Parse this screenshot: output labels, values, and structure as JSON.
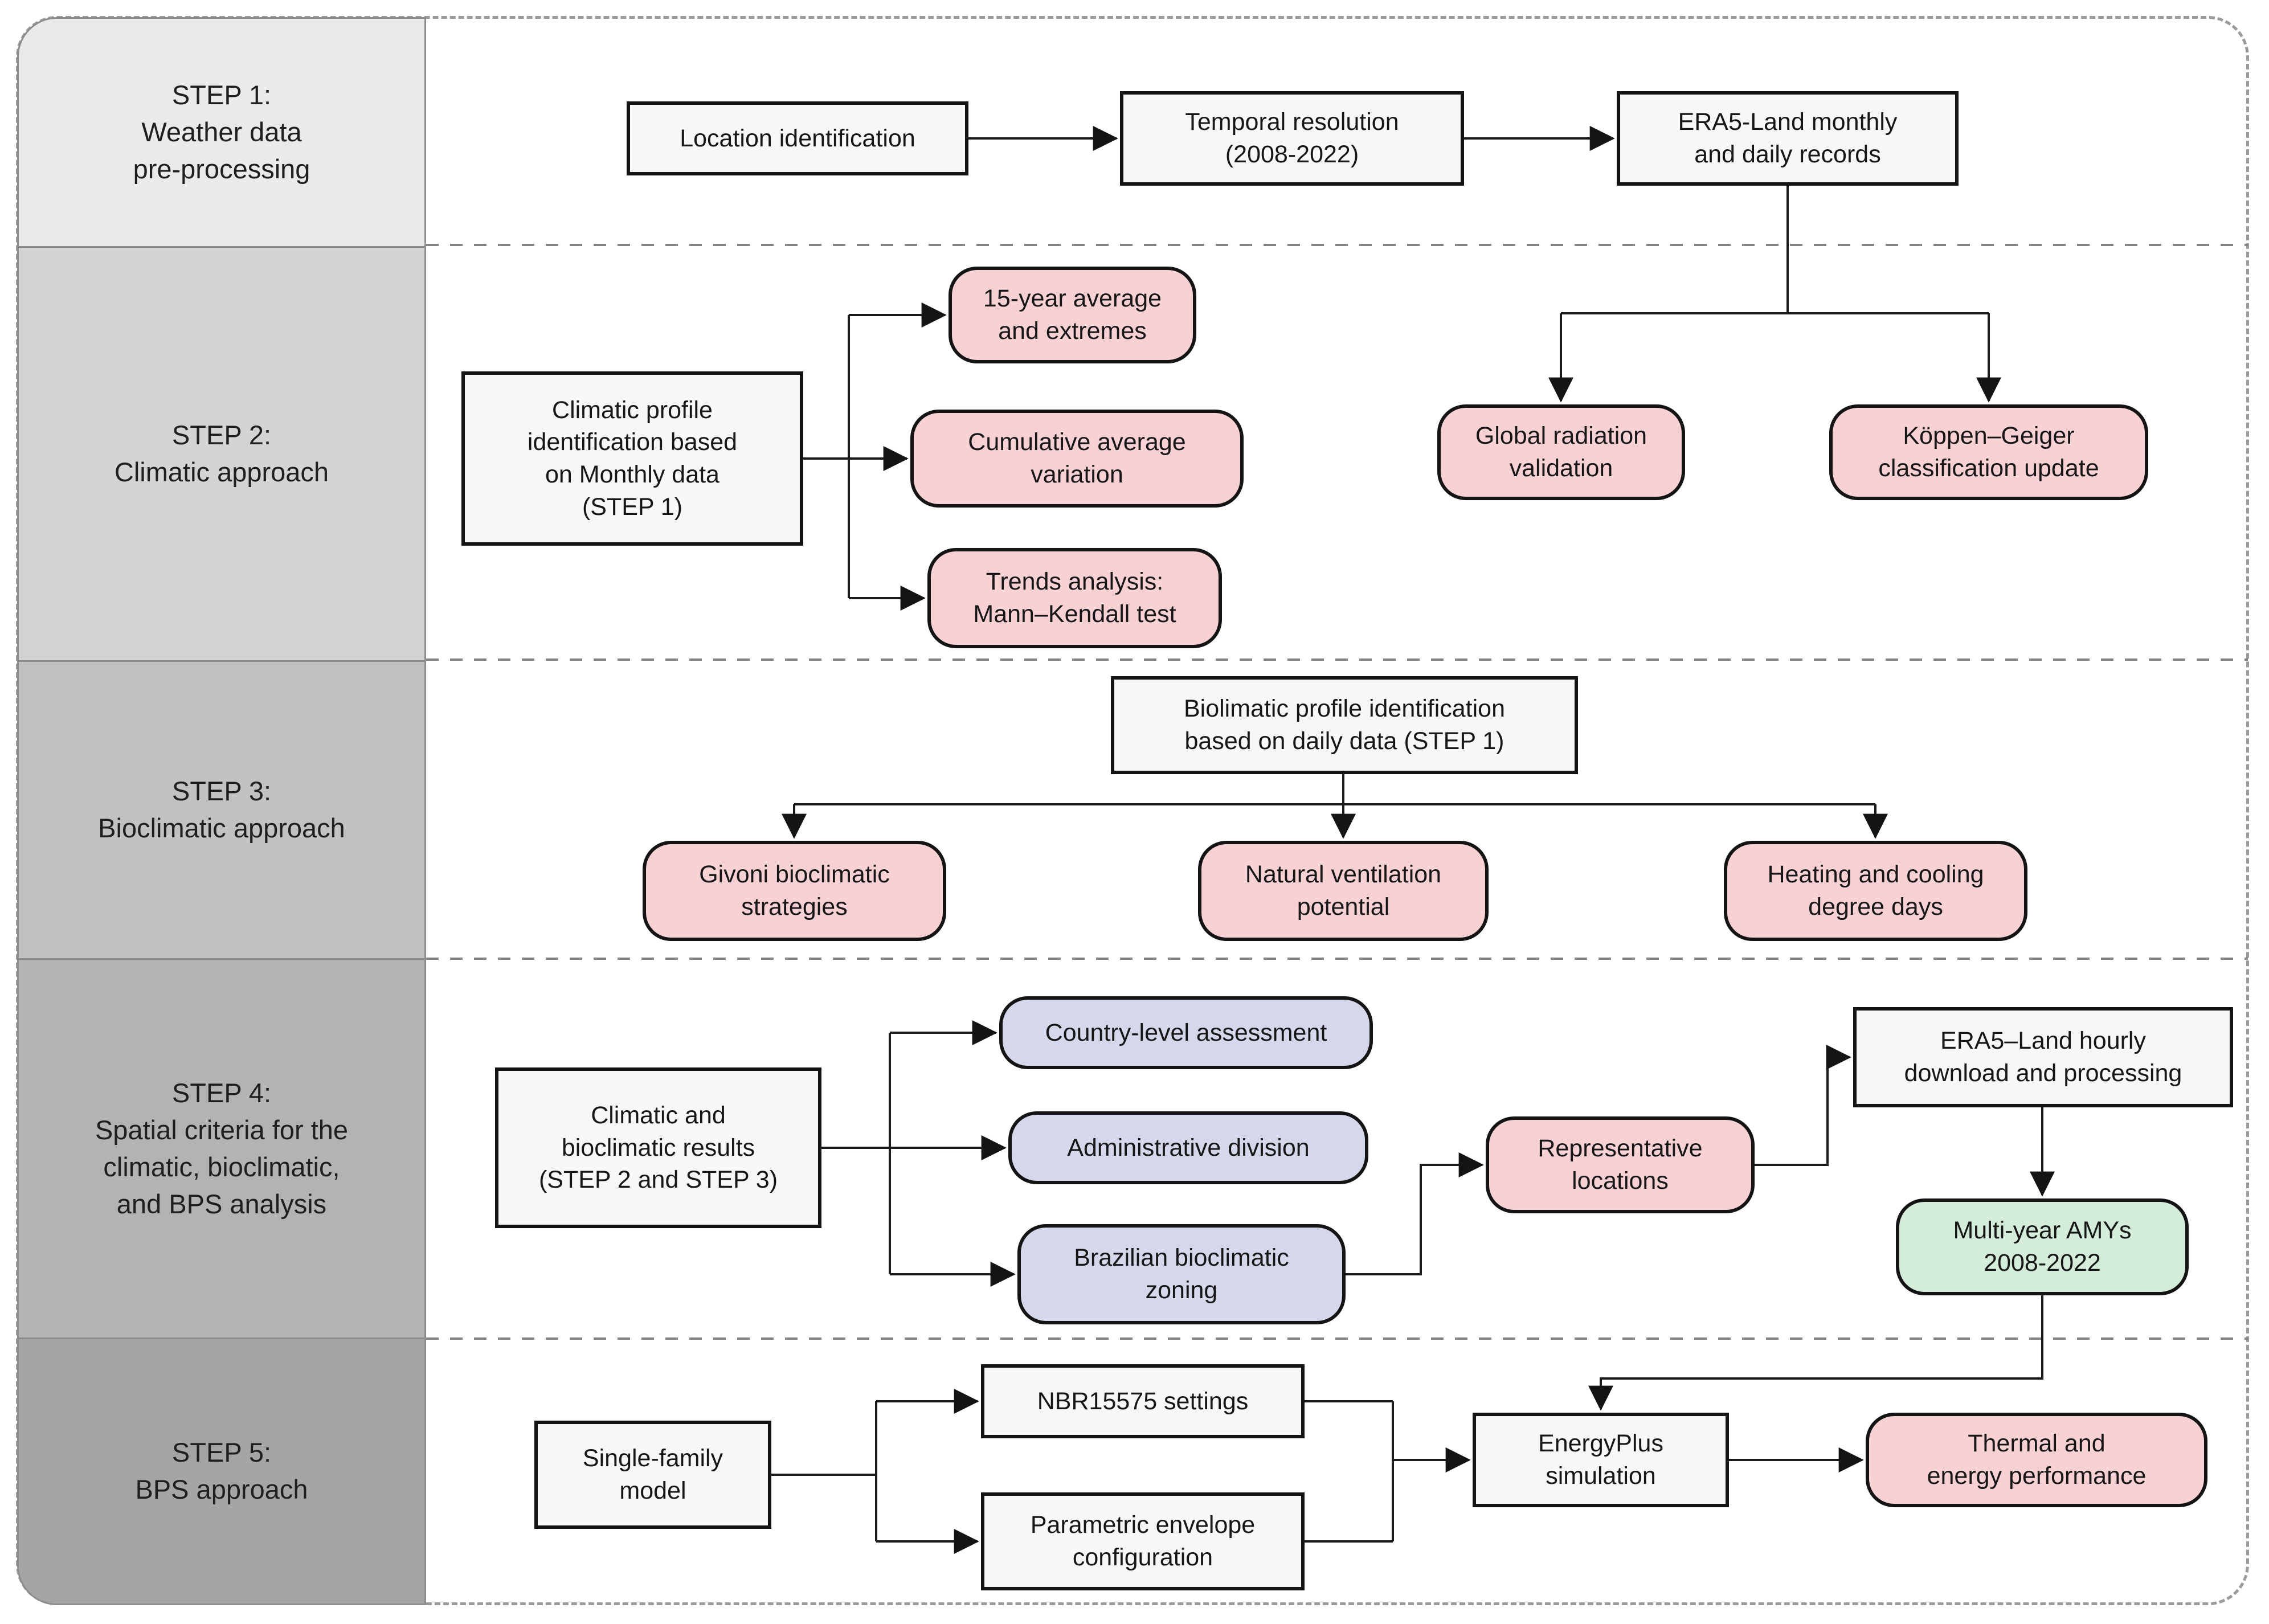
{
  "diagram": {
    "steps": [
      {
        "label": "STEP 1:\nWeather data\npre-processing"
      },
      {
        "label": "STEP 2:\nClimatic approach"
      },
      {
        "label": "STEP 3:\nBioclimatic approach"
      },
      {
        "label": "STEP 4:\nSpatial criteria for the\nclimatic, bioclimatic,\nand BPS analysis"
      },
      {
        "label": "STEP 5:\nBPS approach"
      }
    ],
    "nodes": {
      "location": {
        "label": "Location identification"
      },
      "temporal": {
        "label": "Temporal resolution\n(2008-2022)"
      },
      "era5_monthly": {
        "label": "ERA5-Land monthly\nand daily records"
      },
      "climatic_profile": {
        "label": "Climatic profile\nidentification based\non Monthly data\n(STEP 1)"
      },
      "avg15": {
        "label": "15-year average\nand extremes"
      },
      "cumulative": {
        "label": "Cumulative average\nvariation"
      },
      "trends": {
        "label": "Trends analysis:\nMann–Kendall test"
      },
      "global_rad": {
        "label": "Global radiation\nvalidation"
      },
      "koppen": {
        "label": "Köppen–Geiger\nclassification update"
      },
      "biolimatic": {
        "label": "Biolimatic profile identification\nbased on daily data (STEP 1)"
      },
      "givoni": {
        "label": "Givoni bioclimatic\nstrategies"
      },
      "natural_vent": {
        "label": "Natural ventilation\npotential"
      },
      "degree_days": {
        "label": "Heating and cooling\ndegree days"
      },
      "results": {
        "label": "Climatic and\nbioclimatic results\n(STEP 2 and STEP 3)"
      },
      "country": {
        "label": "Country-level assessment"
      },
      "admin_division": {
        "label": "Administrative division"
      },
      "brazilian_zoning": {
        "label": "Brazilian bioclimatic\nzoning"
      },
      "representative": {
        "label": "Representative\nlocations"
      },
      "era5_hourly": {
        "label": "ERA5–Land hourly\ndownload and processing"
      },
      "amys": {
        "label": "Multi-year AMYs\n2008-2022"
      },
      "single_family": {
        "label": "Single-family\nmodel"
      },
      "nbr": {
        "label": "NBR15575 settings"
      },
      "parametric": {
        "label": "Parametric envelope\nconfiguration"
      },
      "energyplus": {
        "label": "EnergyPlus\nsimulation"
      },
      "thermal": {
        "label": "Thermal and\nenergy performance"
      }
    },
    "colors": {
      "pink": "#f8d1d5",
      "purple": "#d5d7ea",
      "green": "#d4edda",
      "process_box_bg": "#f7f7f7",
      "box_border": "#141414",
      "connector": "#1a1a1a",
      "band_step1": "#e9eaeb",
      "band_step2": "#d3d4d6",
      "band_step3": "#c1c2c4",
      "band_step4": "#b2b3b5",
      "band_step5": "#a4a5a7"
    }
  }
}
